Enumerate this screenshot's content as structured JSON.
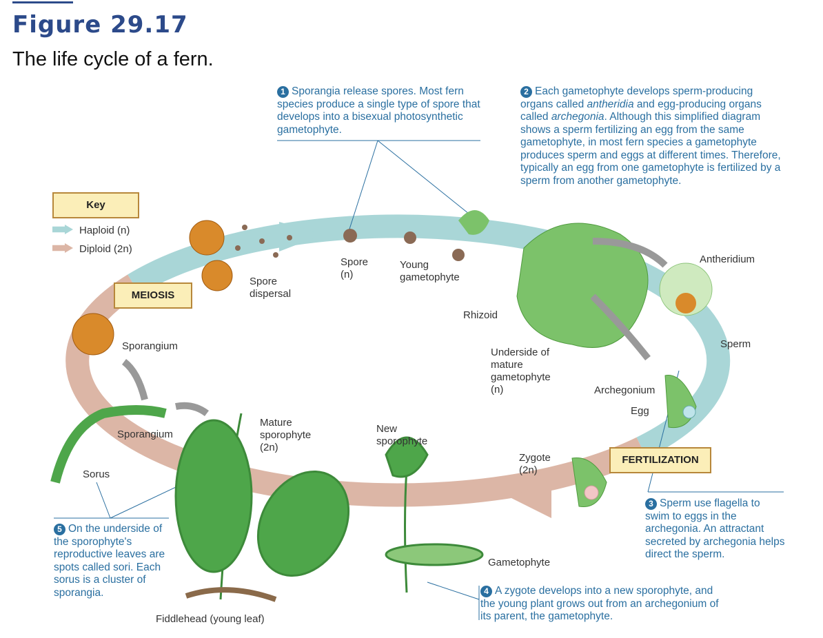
{
  "figure": {
    "number": "Figure 29.17",
    "caption": "The life cycle of a fern."
  },
  "key": {
    "title": "Key",
    "haploid": "Haploid (n)",
    "diploid": "Diploid (2n)",
    "colors": {
      "haploid": "#a9d6d7",
      "diploid": "#dcb6a6"
    }
  },
  "stages": {
    "meiosis": "MEIOSIS",
    "fertilization": "FERTILIZATION"
  },
  "callouts": [
    {
      "n": "1",
      "text": "Sporangia release spores. Most fern species produce a single type of spore that develops into a bisexual photosynthetic gametophyte."
    },
    {
      "n": "2",
      "text_a": "Each gametophyte develops sperm-producing organs called ",
      "em1": "antheridia",
      "text_b": " and egg-producing organs called ",
      "em2": "archegonia",
      "text_c": ". Although this simplified diagram shows a sperm fertilizing an egg from the same gametophyte, in most fern species a gametophyte produces sperm and eggs at different times. Therefore, typically an egg from one gametophyte is fertilized by a sperm from another gametophyte."
    },
    {
      "n": "3",
      "text": "Sperm use flagella to swim to eggs in the archegonia. An attractant secreted by archegonia helps direct the sperm."
    },
    {
      "n": "4",
      "text": "A zygote develops into a new sporophyte, and the young plant grows out from an archegonium of its parent, the gametophyte."
    },
    {
      "n": "5",
      "text": "On the underside of the sporophyte's reproductive leaves are spots called sori. Each sorus is a cluster of sporangia."
    }
  ],
  "labels": {
    "spore_dispersal": "Spore dispersal",
    "spore": "Spore (n)",
    "young_gametophyte": "Young gametophyte",
    "rhizoid": "Rhizoid",
    "underside": "Underside of mature gametophyte (n)",
    "antheridium": "Antheridium",
    "sperm": "Sperm",
    "archegonium": "Archegonium",
    "egg": "Egg",
    "zygote": "Zygote (2n)",
    "new_sporophyte": "New sporophyte",
    "gametophyte": "Gametophyte",
    "mature_sporophyte": "Mature sporophyte (2n)",
    "sporangium1": "Sporangium",
    "sporangium2": "Sporangium",
    "sorus": "Sorus",
    "fiddlehead": "Fiddlehead (young leaf)"
  }
}
